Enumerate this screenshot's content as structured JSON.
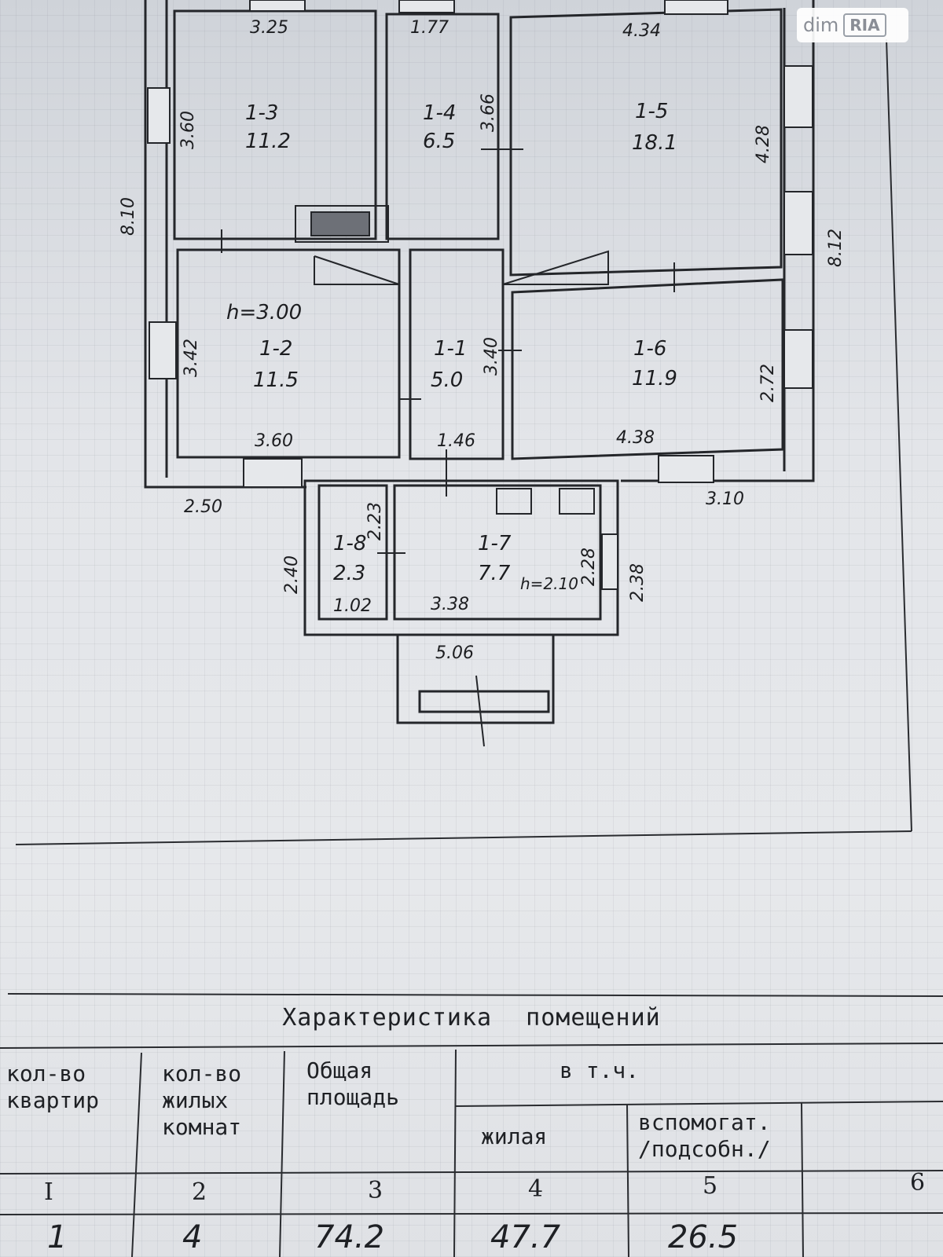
{
  "watermark": {
    "brand_dim": "dim",
    "brand_ria": "RIA"
  },
  "rooms": [
    {
      "id": "1-3",
      "area": "11.2"
    },
    {
      "id": "1-4",
      "area": "6.5"
    },
    {
      "id": "1-5",
      "area": "18.1"
    },
    {
      "id": "1-2",
      "area": "11.5"
    },
    {
      "id": "1-1",
      "area": "5.0"
    },
    {
      "id": "1-6",
      "area": "11.9"
    },
    {
      "id": "1-8",
      "area": "2.3"
    },
    {
      "id": "1-7",
      "area": "7.7"
    }
  ],
  "heights": {
    "main": "h=3.00",
    "annex": "h=2.10"
  },
  "dimensions": {
    "top_1_3": "3.25",
    "top_1_4": "1.77",
    "top_1_5": "4.34",
    "left_1_3": "3.60",
    "right_1_4": "3.66",
    "right_1_5": "4.28",
    "left_overall": "8.10",
    "right_overall": "8.12",
    "left_1_2": "3.42",
    "right_1_1": "3.40",
    "right_1_6": "2.72",
    "bottom_1_2": "3.60",
    "bottom_1_1": "1.46",
    "bottom_1_6": "4.38",
    "ext_left": "2.50",
    "ext_right": "3.10",
    "annex_left": "2.40",
    "annex_inner": "2.23",
    "annex_1_7_right": "2.28",
    "annex_right": "2.38",
    "width_1_8": "1.02",
    "width_1_7": "3.38",
    "annex_total": "5.06"
  },
  "table": {
    "title": "Характеристика помещений",
    "headers": {
      "col1": "кол-во\nквартир",
      "col2": "кол-во\nжилых\nкомнат",
      "col3": "Общая\nплощадь",
      "group": "в т.ч.",
      "col4": "жилая",
      "col5": "вспомогат.\n/подсобн./"
    },
    "column_numbers": [
      "I",
      "2",
      "3",
      "4",
      "5",
      "6"
    ],
    "values": [
      "1",
      "4",
      "74.2",
      "47.7",
      "26.5"
    ]
  }
}
